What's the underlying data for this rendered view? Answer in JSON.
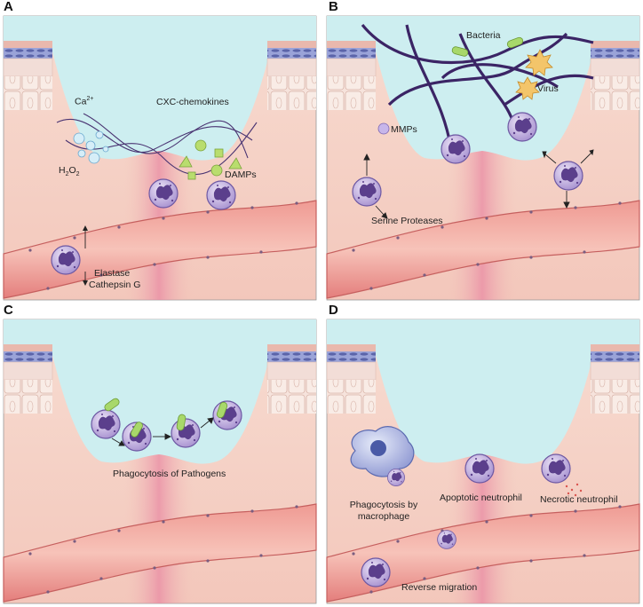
{
  "panels": [
    {
      "letter": "A",
      "labels": {
        "ca": "Ca2+",
        "cxc": "CXC-chemokines",
        "h2o2": "H2O2",
        "damps": "DAMPs",
        "elastase": "Elastase",
        "cathepsin": "Cathepsin G"
      }
    },
    {
      "letter": "B",
      "labels": {
        "bacteria": "Bacteria",
        "virus": "Virus",
        "mmps": "MMPs",
        "serine": "Serine Proteases"
      }
    },
    {
      "letter": "C",
      "labels": {
        "phago": "Phagocytosis of Pathogens"
      }
    },
    {
      "letter": "D",
      "labels": {
        "phago_mac_1": "Phagocytosis by",
        "phago_mac_2": "macrophage",
        "apoptotic": "Apoptotic neutrophil",
        "necrotic": "Necrotic neutrophil",
        "reverse": "Reverse migration"
      }
    }
  ],
  "colors": {
    "lumen": "#cdeef0",
    "tissue": "#f5cfc4",
    "vessel": "#e48a8a",
    "neutrophil": "#b9a6d9",
    "nucleus": "#5b3f8c",
    "bacteria": "#a8d86a",
    "epithelium": "#f3ddd6"
  }
}
